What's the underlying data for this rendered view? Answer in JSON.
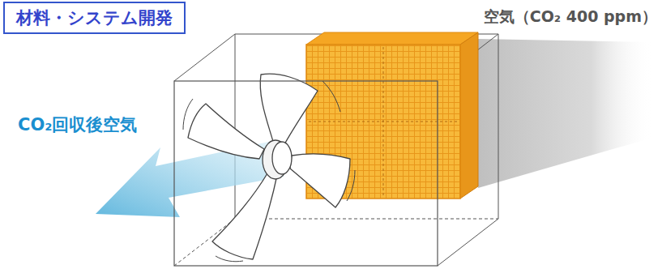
{
  "diagram": {
    "nodes": [
      {
        "text": [
          "材料・システム開発"
        ]
      }
    ],
    "labels": [
      "空気（CO₂ 400 ppm）",
      "CO₂回収後空気"
    ]
  }
}
